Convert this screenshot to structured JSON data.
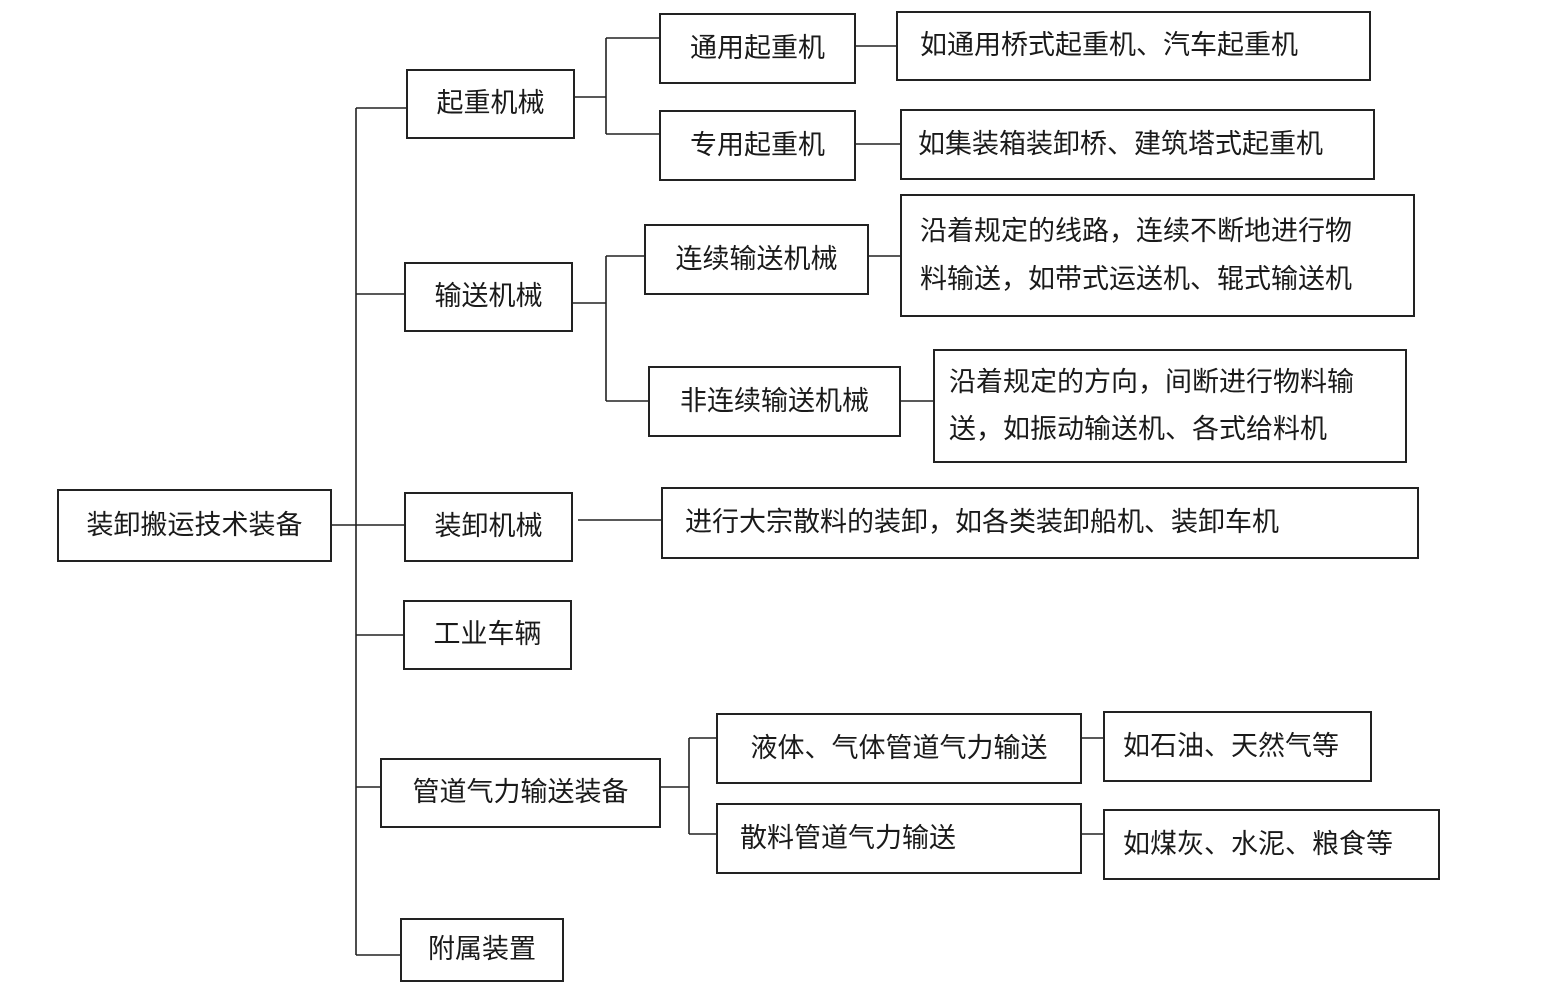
{
  "root": {
    "label": "装卸搬运技术装备"
  },
  "categories": {
    "lifting": {
      "label": "起重机械",
      "items": [
        {
          "label": "通用起重机",
          "desc": "如通用桥式起重机、汽车起重机"
        },
        {
          "label": "专用起重机",
          "desc": "如集装箱装卸桥、建筑塔式起重机"
        }
      ]
    },
    "conveying": {
      "label": "输送机械",
      "items": [
        {
          "label": "连续输送机械",
          "desc_line1": "沿着规定的线路，连续不断地进行物",
          "desc_line2": "料输送，如带式运送机、辊式输送机"
        },
        {
          "label": "非连续输送机械",
          "desc_line1": "沿着规定的方向，间断进行物料输",
          "desc_line2": "送，如振动输送机、各式给料机"
        }
      ]
    },
    "loading": {
      "label": "装卸机械",
      "desc": "进行大宗散料的装卸，如各类装卸船机、装卸车机"
    },
    "vehicles": {
      "label": "工业车辆"
    },
    "pipeline": {
      "label": "管道气力输送装备",
      "items": [
        {
          "label": "液体、气体管道气力输送",
          "desc": "如石油、天然气等"
        },
        {
          "label": "散料管道气力输送",
          "desc": "如煤灰、水泥、粮食等"
        }
      ]
    },
    "accessories": {
      "label": "附属装置"
    }
  }
}
